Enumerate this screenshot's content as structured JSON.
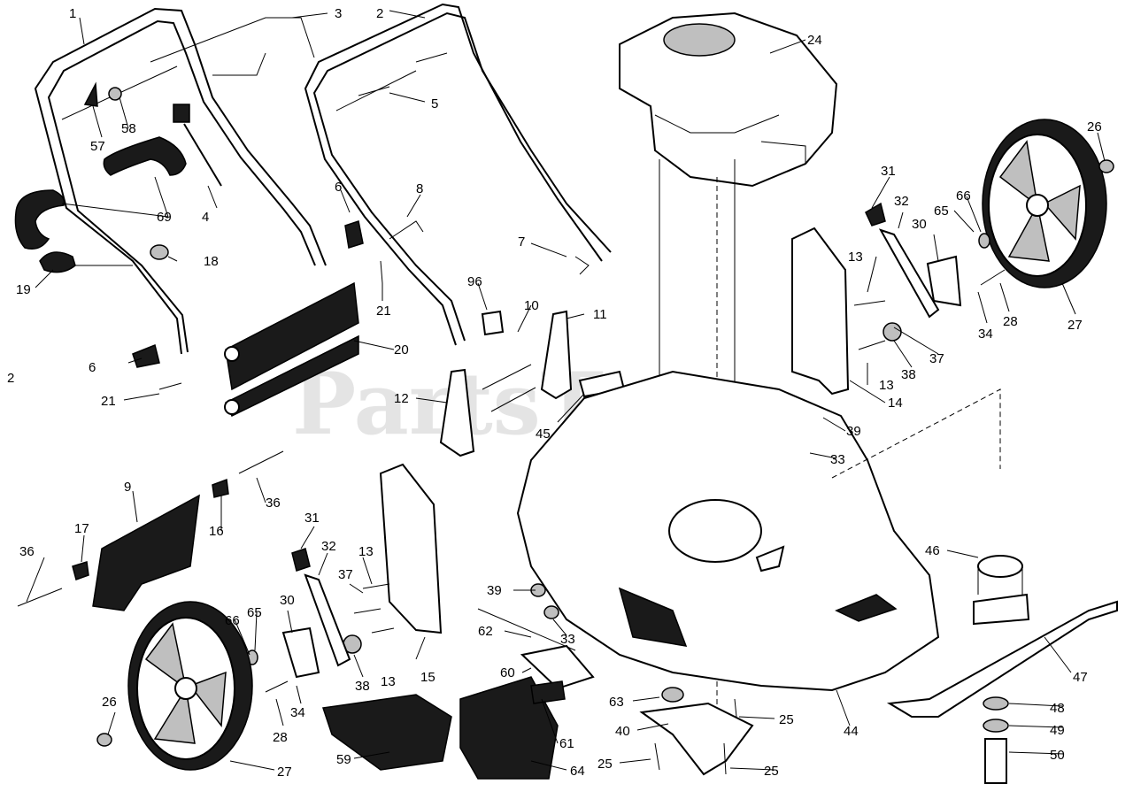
{
  "watermark": "PartsTree",
  "side_marker": "2",
  "callouts": [
    {
      "id": "c1",
      "label": "1"
    },
    {
      "id": "c2",
      "label": "2"
    },
    {
      "id": "c3",
      "label": "3"
    },
    {
      "id": "c4",
      "label": "4"
    },
    {
      "id": "c5",
      "label": "5"
    },
    {
      "id": "c6a",
      "label": "6"
    },
    {
      "id": "c6b",
      "label": "6"
    },
    {
      "id": "c7",
      "label": "7"
    },
    {
      "id": "c8",
      "label": "8"
    },
    {
      "id": "c9",
      "label": "9"
    },
    {
      "id": "c10",
      "label": "10"
    },
    {
      "id": "c11",
      "label": "11"
    },
    {
      "id": "c12",
      "label": "12"
    },
    {
      "id": "c13a",
      "label": "13"
    },
    {
      "id": "c13b",
      "label": "13"
    },
    {
      "id": "c13c",
      "label": "13"
    },
    {
      "id": "c13d",
      "label": "13"
    },
    {
      "id": "c14",
      "label": "14"
    },
    {
      "id": "c15",
      "label": "15"
    },
    {
      "id": "c16",
      "label": "16"
    },
    {
      "id": "c17",
      "label": "17"
    },
    {
      "id": "c18",
      "label": "18"
    },
    {
      "id": "c19",
      "label": "19"
    },
    {
      "id": "c20",
      "label": "20"
    },
    {
      "id": "c21a",
      "label": "21"
    },
    {
      "id": "c21b",
      "label": "21"
    },
    {
      "id": "c24",
      "label": "24"
    },
    {
      "id": "c25a",
      "label": "25"
    },
    {
      "id": "c25b",
      "label": "25"
    },
    {
      "id": "c25c",
      "label": "25"
    },
    {
      "id": "c26a",
      "label": "26"
    },
    {
      "id": "c26b",
      "label": "26"
    },
    {
      "id": "c27a",
      "label": "27"
    },
    {
      "id": "c27b",
      "label": "27"
    },
    {
      "id": "c28a",
      "label": "28"
    },
    {
      "id": "c28b",
      "label": "28"
    },
    {
      "id": "c30a",
      "label": "30"
    },
    {
      "id": "c30b",
      "label": "30"
    },
    {
      "id": "c31a",
      "label": "31"
    },
    {
      "id": "c31b",
      "label": "31"
    },
    {
      "id": "c32a",
      "label": "32"
    },
    {
      "id": "c32b",
      "label": "32"
    },
    {
      "id": "c33a",
      "label": "33"
    },
    {
      "id": "c33b",
      "label": "33"
    },
    {
      "id": "c34a",
      "label": "34"
    },
    {
      "id": "c34b",
      "label": "34"
    },
    {
      "id": "c36a",
      "label": "36"
    },
    {
      "id": "c36b",
      "label": "36"
    },
    {
      "id": "c37a",
      "label": "37"
    },
    {
      "id": "c37b",
      "label": "37"
    },
    {
      "id": "c38a",
      "label": "38"
    },
    {
      "id": "c38b",
      "label": "38"
    },
    {
      "id": "c39a",
      "label": "39"
    },
    {
      "id": "c39b",
      "label": "39"
    },
    {
      "id": "c40",
      "label": "40"
    },
    {
      "id": "c44",
      "label": "44"
    },
    {
      "id": "c45",
      "label": "45"
    },
    {
      "id": "c46",
      "label": "46"
    },
    {
      "id": "c47",
      "label": "47"
    },
    {
      "id": "c48",
      "label": "48"
    },
    {
      "id": "c49",
      "label": "49"
    },
    {
      "id": "c50",
      "label": "50"
    },
    {
      "id": "c57",
      "label": "57"
    },
    {
      "id": "c58",
      "label": "58"
    },
    {
      "id": "c59",
      "label": "59"
    },
    {
      "id": "c60",
      "label": "60"
    },
    {
      "id": "c61",
      "label": "61"
    },
    {
      "id": "c62",
      "label": "62"
    },
    {
      "id": "c63",
      "label": "63"
    },
    {
      "id": "c64",
      "label": "64"
    },
    {
      "id": "c65a",
      "label": "65"
    },
    {
      "id": "c65b",
      "label": "65"
    },
    {
      "id": "c66a",
      "label": "66"
    },
    {
      "id": "c66b",
      "label": "66"
    },
    {
      "id": "c69",
      "label": "69"
    },
    {
      "id": "c96",
      "label": "96"
    }
  ]
}
